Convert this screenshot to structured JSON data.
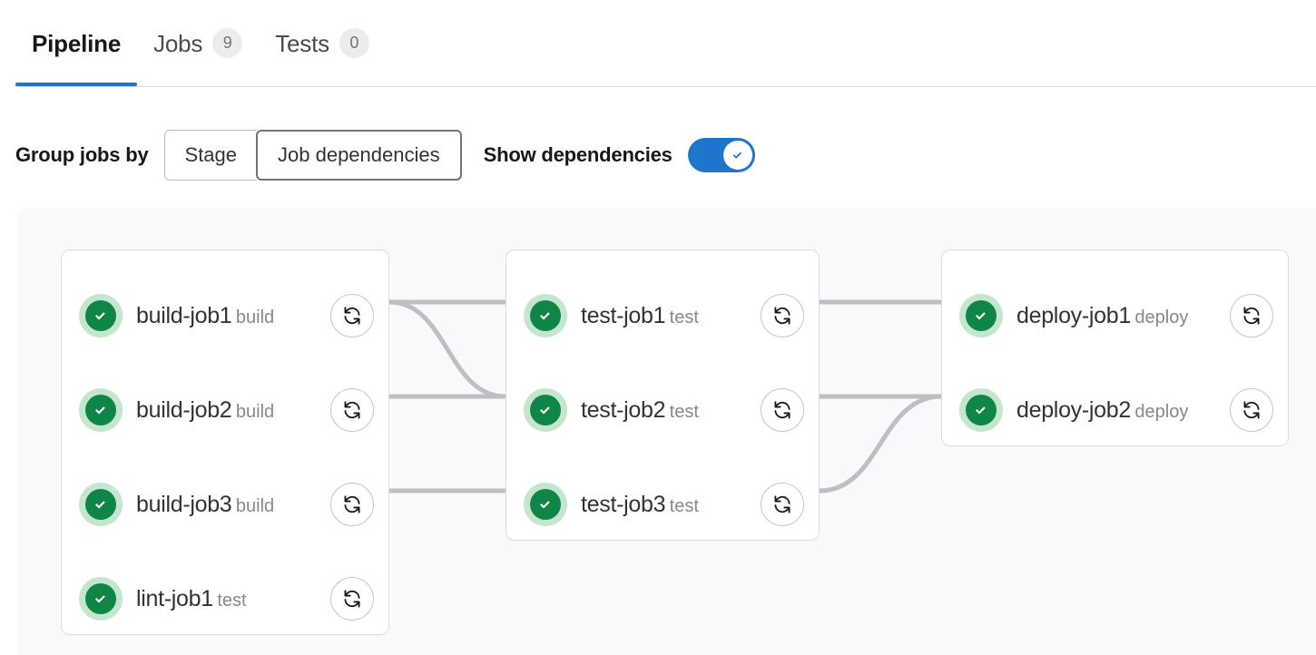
{
  "tabs": [
    {
      "label": "Pipeline",
      "badge": null,
      "active": true
    },
    {
      "label": "Jobs",
      "badge": "9",
      "active": false
    },
    {
      "label": "Tests",
      "badge": "0",
      "active": false
    }
  ],
  "controls": {
    "group_by_label": "Group jobs by",
    "segments": [
      {
        "label": "Stage",
        "selected": false
      },
      {
        "label": "Job dependencies",
        "selected": true
      }
    ],
    "show_dependencies_label": "Show dependencies",
    "show_dependencies_on": true
  },
  "colors": {
    "accent": "#1f75cb",
    "success": "#108548",
    "success_halo": "#c3e6cd",
    "panel_bg": "#f8f9fa",
    "link": "#bfbfc3",
    "card_border": "#dcdcde",
    "text_primary": "#333238",
    "text_muted": "#89888d"
  },
  "icons": {
    "status": "status-success-icon",
    "retry": "retry-icon",
    "toggle_check": "check-icon"
  },
  "graph": {
    "columns": [
      {
        "name": "build-column",
        "jobs": [
          {
            "name": "build-job1",
            "stage": "build",
            "status": "success"
          },
          {
            "name": "build-job2",
            "stage": "build",
            "status": "success"
          },
          {
            "name": "build-job3",
            "stage": "build",
            "status": "success"
          },
          {
            "name": "lint-job1",
            "stage": "test",
            "status": "success"
          }
        ]
      },
      {
        "name": "test-column",
        "jobs": [
          {
            "name": "test-job1",
            "stage": "test",
            "status": "success"
          },
          {
            "name": "test-job2",
            "stage": "test",
            "status": "success"
          },
          {
            "name": "test-job3",
            "stage": "test",
            "status": "success"
          }
        ]
      },
      {
        "name": "deploy-column",
        "jobs": [
          {
            "name": "deploy-job1",
            "stage": "deploy",
            "status": "success"
          },
          {
            "name": "deploy-job2",
            "stage": "deploy",
            "status": "success"
          }
        ]
      }
    ]
  }
}
